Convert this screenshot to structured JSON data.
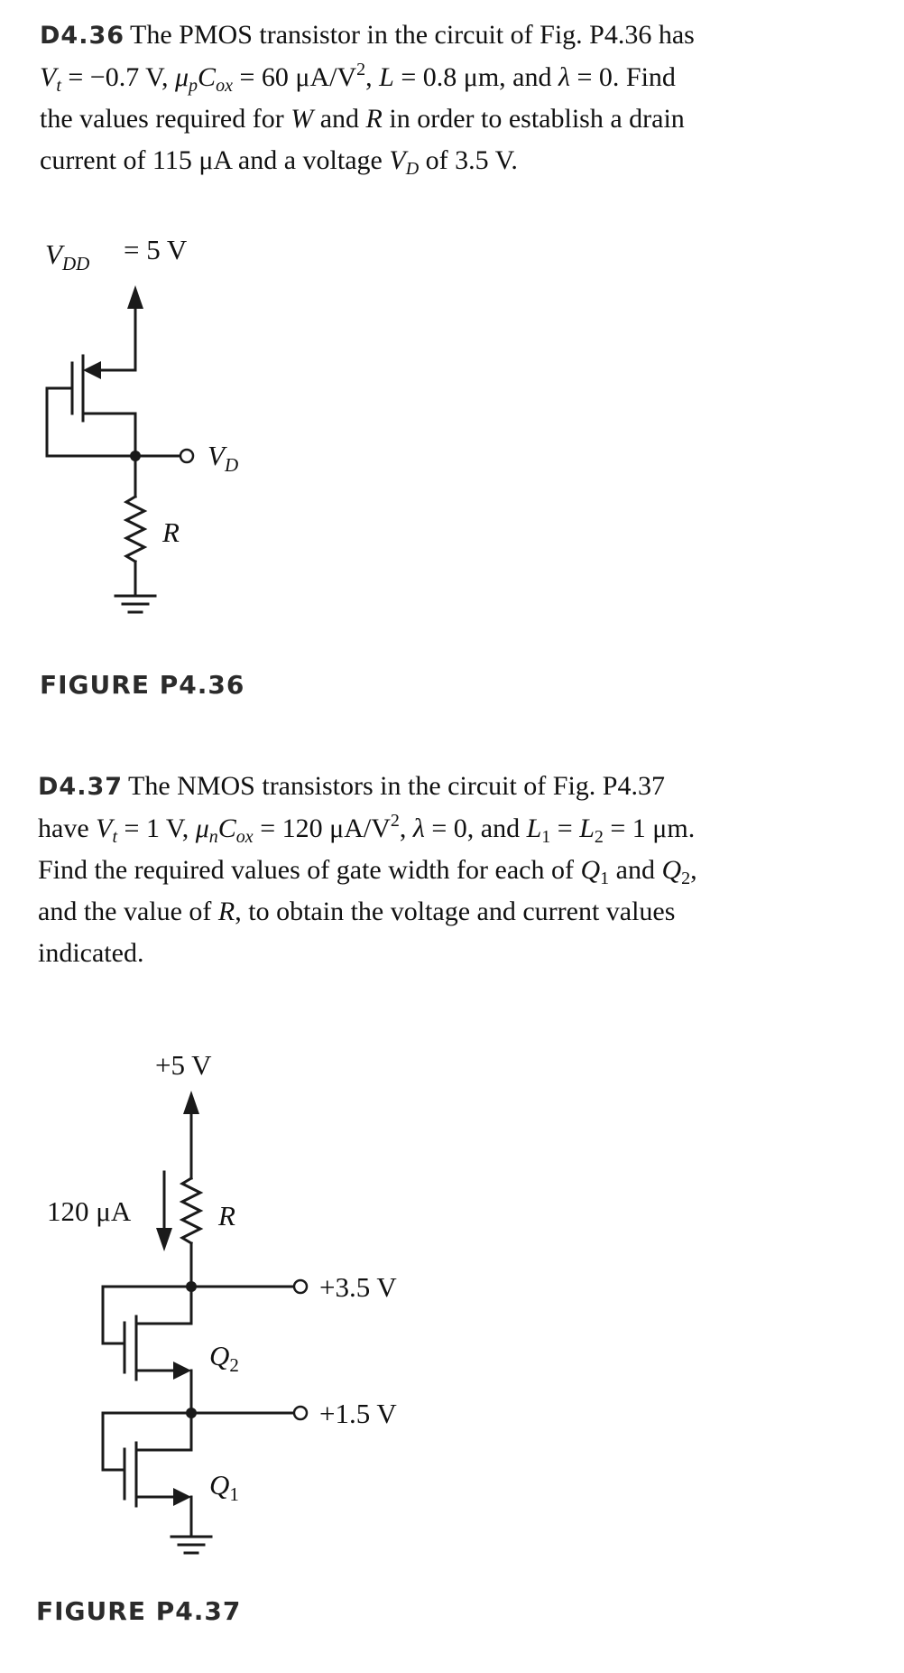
{
  "problem_436": {
    "number": "D4.36",
    "line1_a": "The PMOS transistor in the circuit of Fig. P4.36 has",
    "line2_vt": "V",
    "line2_vt_sub": "t",
    "line2_a": " = −0.7 V, ",
    "line2_mu": "μ",
    "line2_mu_sub": "p",
    "line2_cox": "C",
    "line2_cox_sub": "ox",
    "line2_b": " = 60 μA/V",
    "line2_sq": "2",
    "line2_c": ", ",
    "line2_L": "L",
    "line2_d": " = 0.8 μm, and ",
    "line2_lambda": "λ",
    "line2_e": " = 0. Find",
    "line3_a": "the values required for ",
    "line3_W": "W",
    "line3_b": " and ",
    "line3_R": "R",
    "line3_c": " in order to establish a drain",
    "line4_a": "current of 115 μA and a voltage ",
    "line4_V": "V",
    "line4_V_sub": "D",
    "line4_b": " of 3.5 V."
  },
  "figure_436": {
    "vdd_label": "V",
    "vdd_sub": "DD",
    "vdd_value": "= 5 V",
    "vd_label": "V",
    "vd_sub": "D",
    "r_label": "R",
    "caption": "FIGURE P4.36"
  },
  "problem_437": {
    "number": "D4.37",
    "line1_a": "The NMOS transistors in the circuit of Fig. P4.37",
    "line2_a": "have ",
    "line2_vt": "V",
    "line2_vt_sub": "t",
    "line2_b": " = 1 V, ",
    "line2_mu": "μ",
    "line2_mu_sub": "n",
    "line2_cox": "C",
    "line2_cox_sub": "ox",
    "line2_c": " = 120 μA/V",
    "line2_sq": "2",
    "line2_d": ", ",
    "line2_lambda": "λ",
    "line2_e": " = 0, and ",
    "line2_L1": "L",
    "line2_L1_sub": "1",
    "line2_f": " = ",
    "line2_L2": "L",
    "line2_L2_sub": "2",
    "line2_g": " = 1 μm.",
    "line3_a": "Find the required values of gate width for each of ",
    "line3_Q1": "Q",
    "line3_Q1_sub": "1",
    "line3_b": " and ",
    "line3_Q2": "Q",
    "line3_Q2_sub": "2",
    "line3_c": ",",
    "line4_a": "and the value of ",
    "line4_R": "R",
    "line4_b": ", to obtain the voltage and current values",
    "line5": "indicated."
  },
  "figure_437": {
    "supply_label": "+5 V",
    "current_label": "120 μA",
    "r_label": "R",
    "node_top_label": "+3.5 V",
    "node_mid_label": "+1.5 V",
    "q2_label": "Q",
    "q2_sub": "2",
    "q1_label": "Q",
    "q1_sub": "1",
    "caption": "FIGURE P4.37"
  }
}
